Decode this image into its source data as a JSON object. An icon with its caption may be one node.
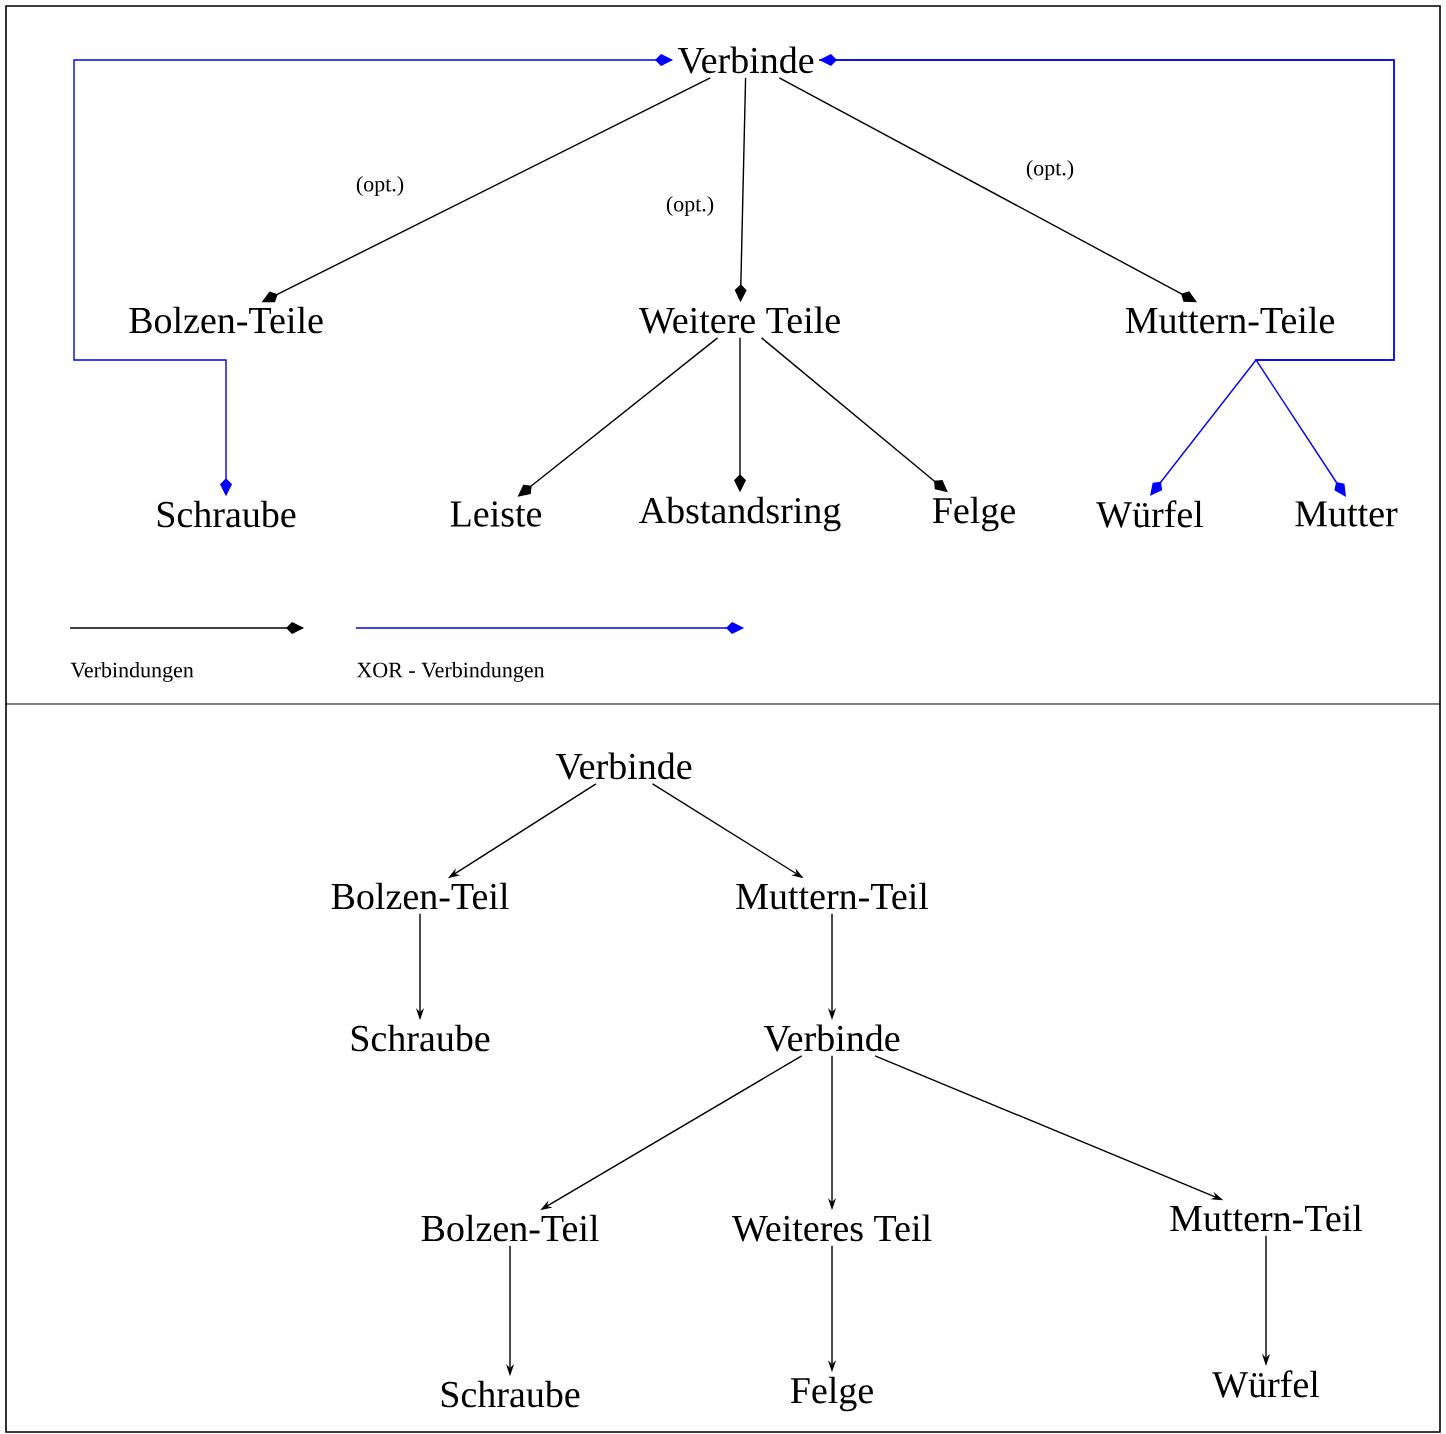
{
  "diagram": {
    "nodes": [
      {
        "text": [
          "Verbinde"
        ]
      },
      {
        "text": [
          "Bolzen-Teile"
        ]
      },
      {
        "text": [
          "Weitere Teile"
        ]
      },
      {
        "text": [
          "Muttern-Teile"
        ]
      },
      {
        "text": [
          "Schraube"
        ]
      },
      {
        "text": [
          "Leiste"
        ]
      },
      {
        "text": [
          "Abstandsring"
        ]
      },
      {
        "text": [
          "Felge"
        ]
      },
      {
        "text": [
          "Würfel"
        ]
      },
      {
        "text": [
          "Mutter"
        ]
      },
      {
        "text": [
          "Verbinde"
        ]
      },
      {
        "text": [
          "Bolzen-Teil"
        ]
      },
      {
        "text": [
          "Muttern-Teil"
        ]
      },
      {
        "text": [
          "Schraube"
        ]
      },
      {
        "text": [
          "Verbinde"
        ]
      },
      {
        "text": [
          "Bolzen-Teil"
        ]
      },
      {
        "text": [
          "Weiteres Teil"
        ]
      },
      {
        "text": [
          "Muttern-Teil"
        ]
      },
      {
        "text": [
          "Schraube"
        ]
      },
      {
        "text": [
          "Felge"
        ]
      },
      {
        "text": [
          "Würfel"
        ]
      }
    ],
    "edges": [
      {
        "from": 0,
        "to": 1,
        "arrow": "to",
        "label": "(opt.)"
      },
      {
        "from": 0,
        "to": 2,
        "arrow": "to",
        "label": "(opt.)"
      },
      {
        "from": 0,
        "to": 3,
        "arrow": "to",
        "label": "(opt.)"
      },
      {
        "from": 2,
        "to": 5,
        "arrow": "to"
      },
      {
        "from": 2,
        "to": 6,
        "arrow": "to"
      },
      {
        "from": 2,
        "to": 7,
        "arrow": "to"
      },
      {
        "from": 4,
        "to": 0,
        "arrow": "both",
        "color": "#0000ff"
      },
      {
        "from": 8,
        "to": 0,
        "arrow": "both",
        "color": "#0000ff"
      },
      {
        "from": 0,
        "to": 9,
        "arrow": "to",
        "color": "#0000ff"
      },
      {
        "from": 10,
        "to": 11,
        "arrow": "to"
      },
      {
        "from": 10,
        "to": 12,
        "arrow": "to"
      },
      {
        "from": 11,
        "to": 13,
        "arrow": "to"
      },
      {
        "from": 12,
        "to": 14,
        "arrow": "to"
      },
      {
        "from": 14,
        "to": 15,
        "arrow": "to"
      },
      {
        "from": 14,
        "to": 16,
        "arrow": "to"
      },
      {
        "from": 14,
        "to": 17,
        "arrow": "to"
      },
      {
        "from": 15,
        "to": 18,
        "arrow": "to"
      },
      {
        "from": 16,
        "to": 19,
        "arrow": "to"
      },
      {
        "from": 17,
        "to": 20,
        "arrow": "to"
      }
    ],
    "legend": [
      {
        "text": "Verbindungen"
      },
      {
        "text": "XOR - Verbindungen"
      }
    ]
  }
}
